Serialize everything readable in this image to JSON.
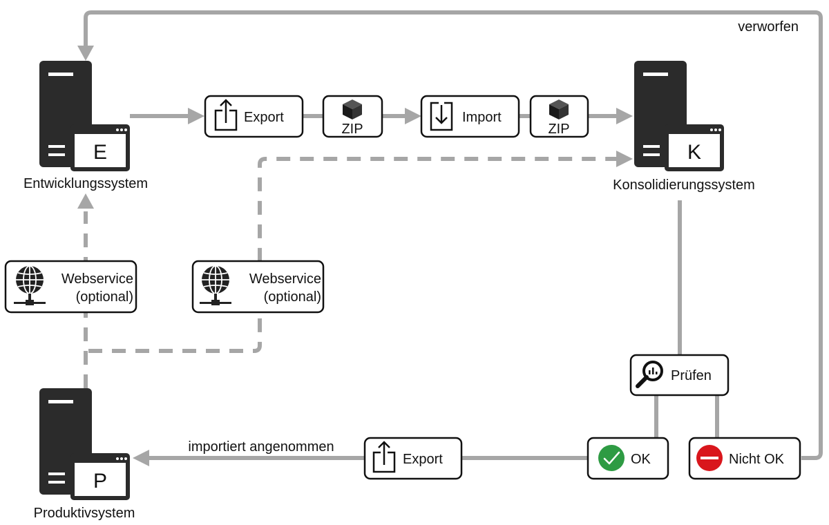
{
  "systems": {
    "dev": {
      "letter": "E",
      "label": "Entwicklungssystem"
    },
    "cons": {
      "letter": "K",
      "label": "Konsolidierungssystem"
    },
    "prod": {
      "letter": "P",
      "label": "Produktivsystem"
    }
  },
  "steps": {
    "export_top": "Export",
    "zip_1": "ZIP",
    "import": "Import",
    "zip_2": "ZIP",
    "check": "Prüfen",
    "ok": "OK",
    "not_ok": "Nicht OK",
    "export_bottom": "Export"
  },
  "webservices": {
    "left": {
      "line1": "Webservice",
      "line2": "(optional)"
    },
    "right": {
      "line1": "Webservice",
      "line2": "(optional)"
    }
  },
  "edge_labels": {
    "rejected": "verworfen",
    "imported_accepted": "importiert angenommen"
  },
  "colors": {
    "connector": "#a6a6a6",
    "server": "#2b2b2b",
    "ok_green": "#2e9b43",
    "not_ok_red": "#d9161c"
  }
}
